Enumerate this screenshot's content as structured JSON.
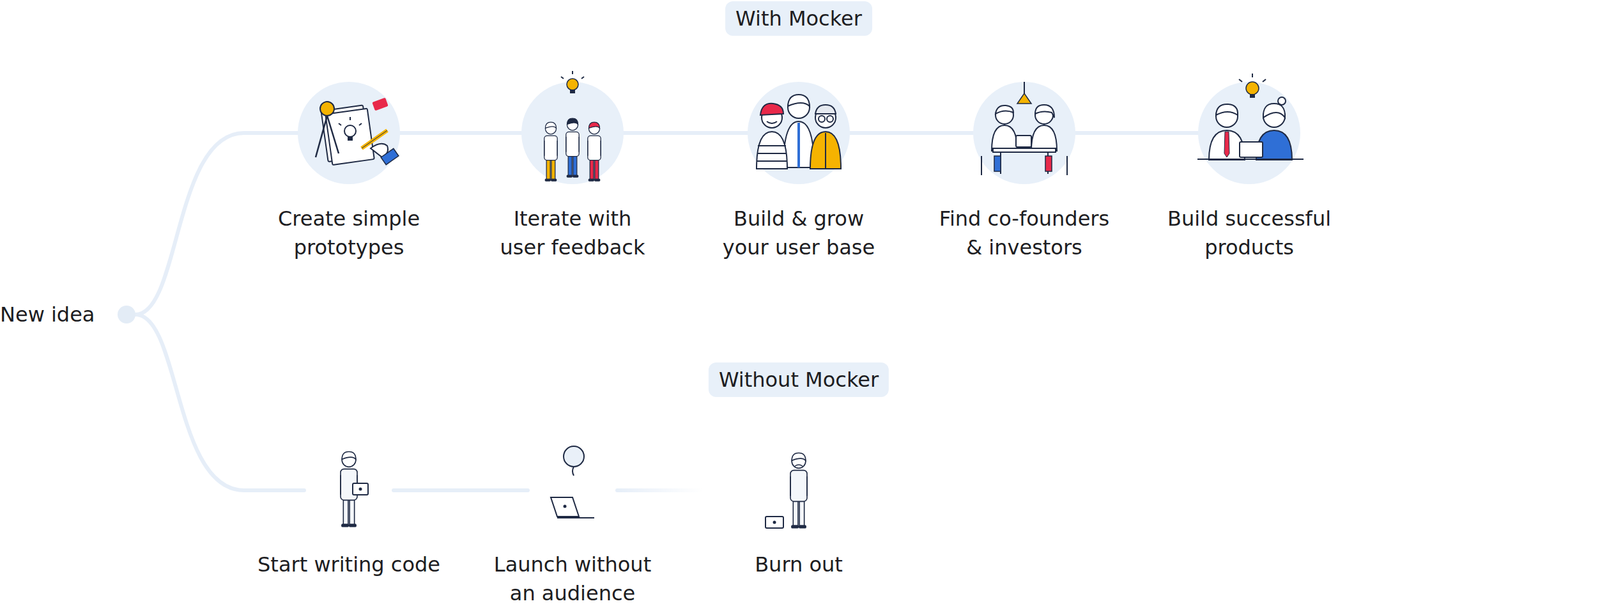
{
  "diagram": {
    "nodes": [
      {
        "text": [
          "With Mocker"
        ]
      },
      {
        "text": [
          "Create simple prototypes"
        ]
      },
      {
        "text": [
          "Iterate with user feedback"
        ]
      },
      {
        "text": [
          "Build & grow your user base"
        ]
      },
      {
        "text": [
          "Find co-founders & investors"
        ]
      },
      {
        "text": [
          "Build successful products"
        ]
      },
      {
        "text": [
          "New idea"
        ]
      },
      {
        "text": [
          "Without Mocker"
        ]
      },
      {
        "text": [
          "Start writing code"
        ]
      },
      {
        "text": [
          "Launch without an audience"
        ]
      },
      {
        "text": [
          "Burn out"
        ]
      }
    ],
    "edges": [
      {
        "from": 6,
        "to": 1,
        "arrow": "none"
      },
      {
        "from": 1,
        "to": 2,
        "arrow": "none"
      },
      {
        "from": 2,
        "to": 3,
        "arrow": "none"
      },
      {
        "from": 3,
        "to": 4,
        "arrow": "none"
      },
      {
        "from": 4,
        "to": 5,
        "arrow": "none"
      },
      {
        "from": 6,
        "to": 8,
        "arrow": "none"
      },
      {
        "from": 8,
        "to": 9,
        "arrow": "none"
      },
      {
        "from": 9,
        "to": 10,
        "arrow": "none"
      }
    ]
  }
}
